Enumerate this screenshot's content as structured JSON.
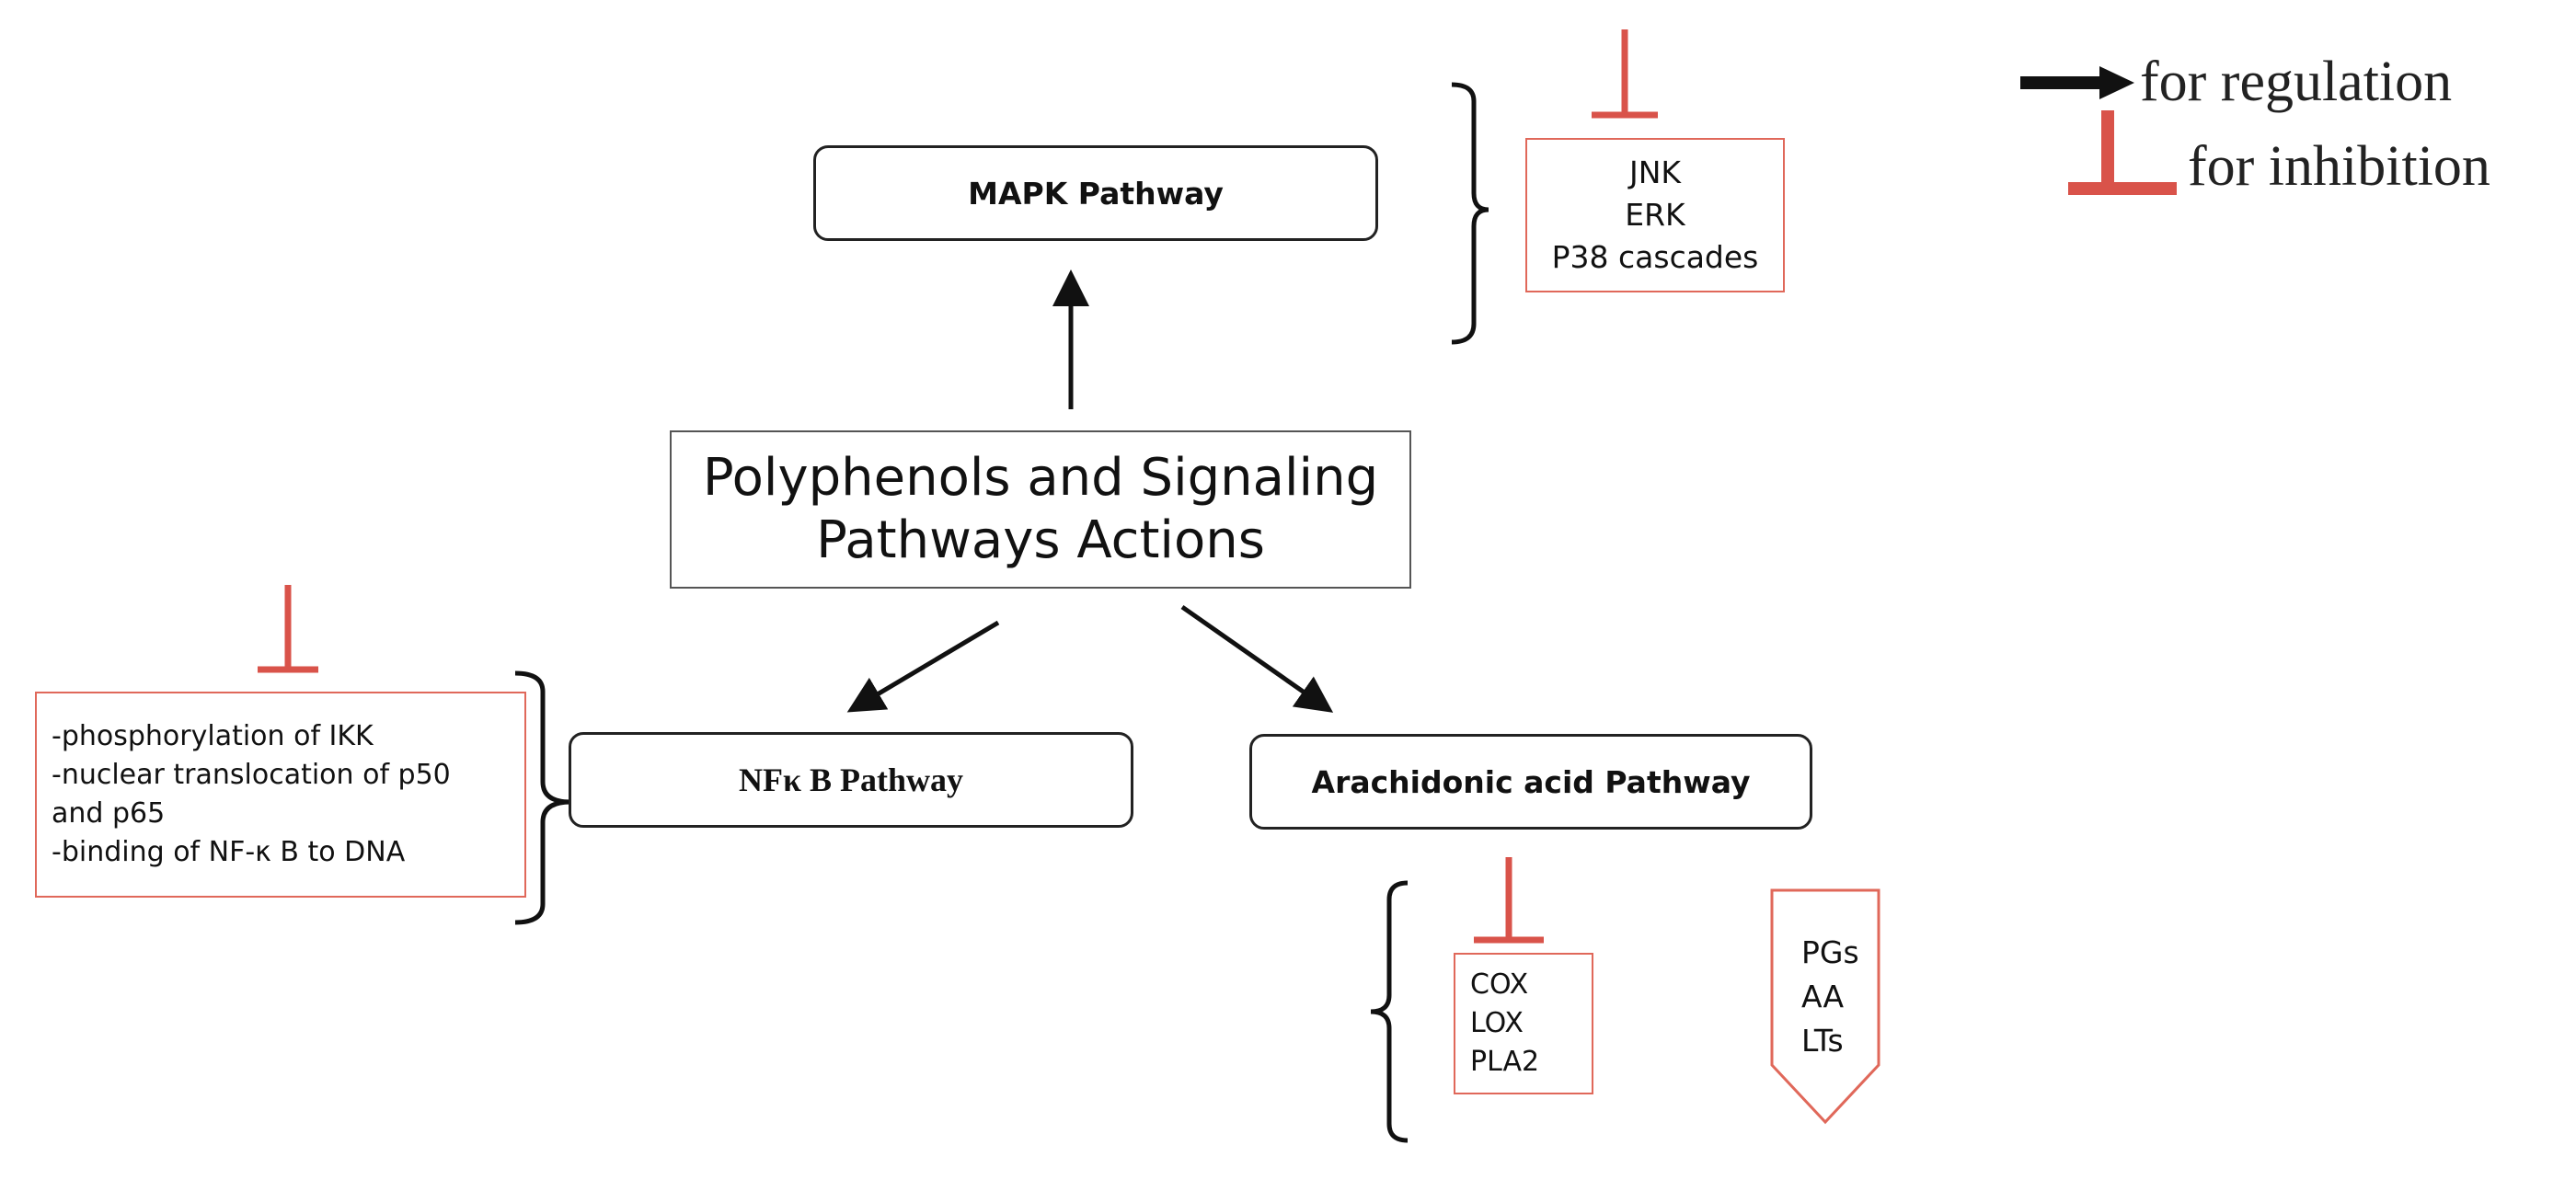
{
  "legend": {
    "regulation": "for regulation",
    "inhibition": "for inhibition"
  },
  "central": {
    "line1": "Polyphenols and Signaling",
    "line2": "Pathways Actions"
  },
  "mapk": {
    "label": "MAPK Pathway",
    "targets": [
      "JNK",
      "ERK",
      "P38 cascades"
    ]
  },
  "nfkb": {
    "label": "NFκ B Pathway",
    "targets": [
      "-phosphorylation of IKK",
      "-nuclear translocation of p50",
      "and p65",
      "-binding of NF-κ B to DNA"
    ]
  },
  "arachidonic": {
    "label": "Arachidonic acid Pathway",
    "enzymes": [
      "COX",
      "LOX",
      "PLA2"
    ],
    "products": [
      "PGs",
      "AA",
      "LTs"
    ]
  },
  "colors": {
    "inhibition": "#d9534a",
    "regulation": "#111111"
  }
}
